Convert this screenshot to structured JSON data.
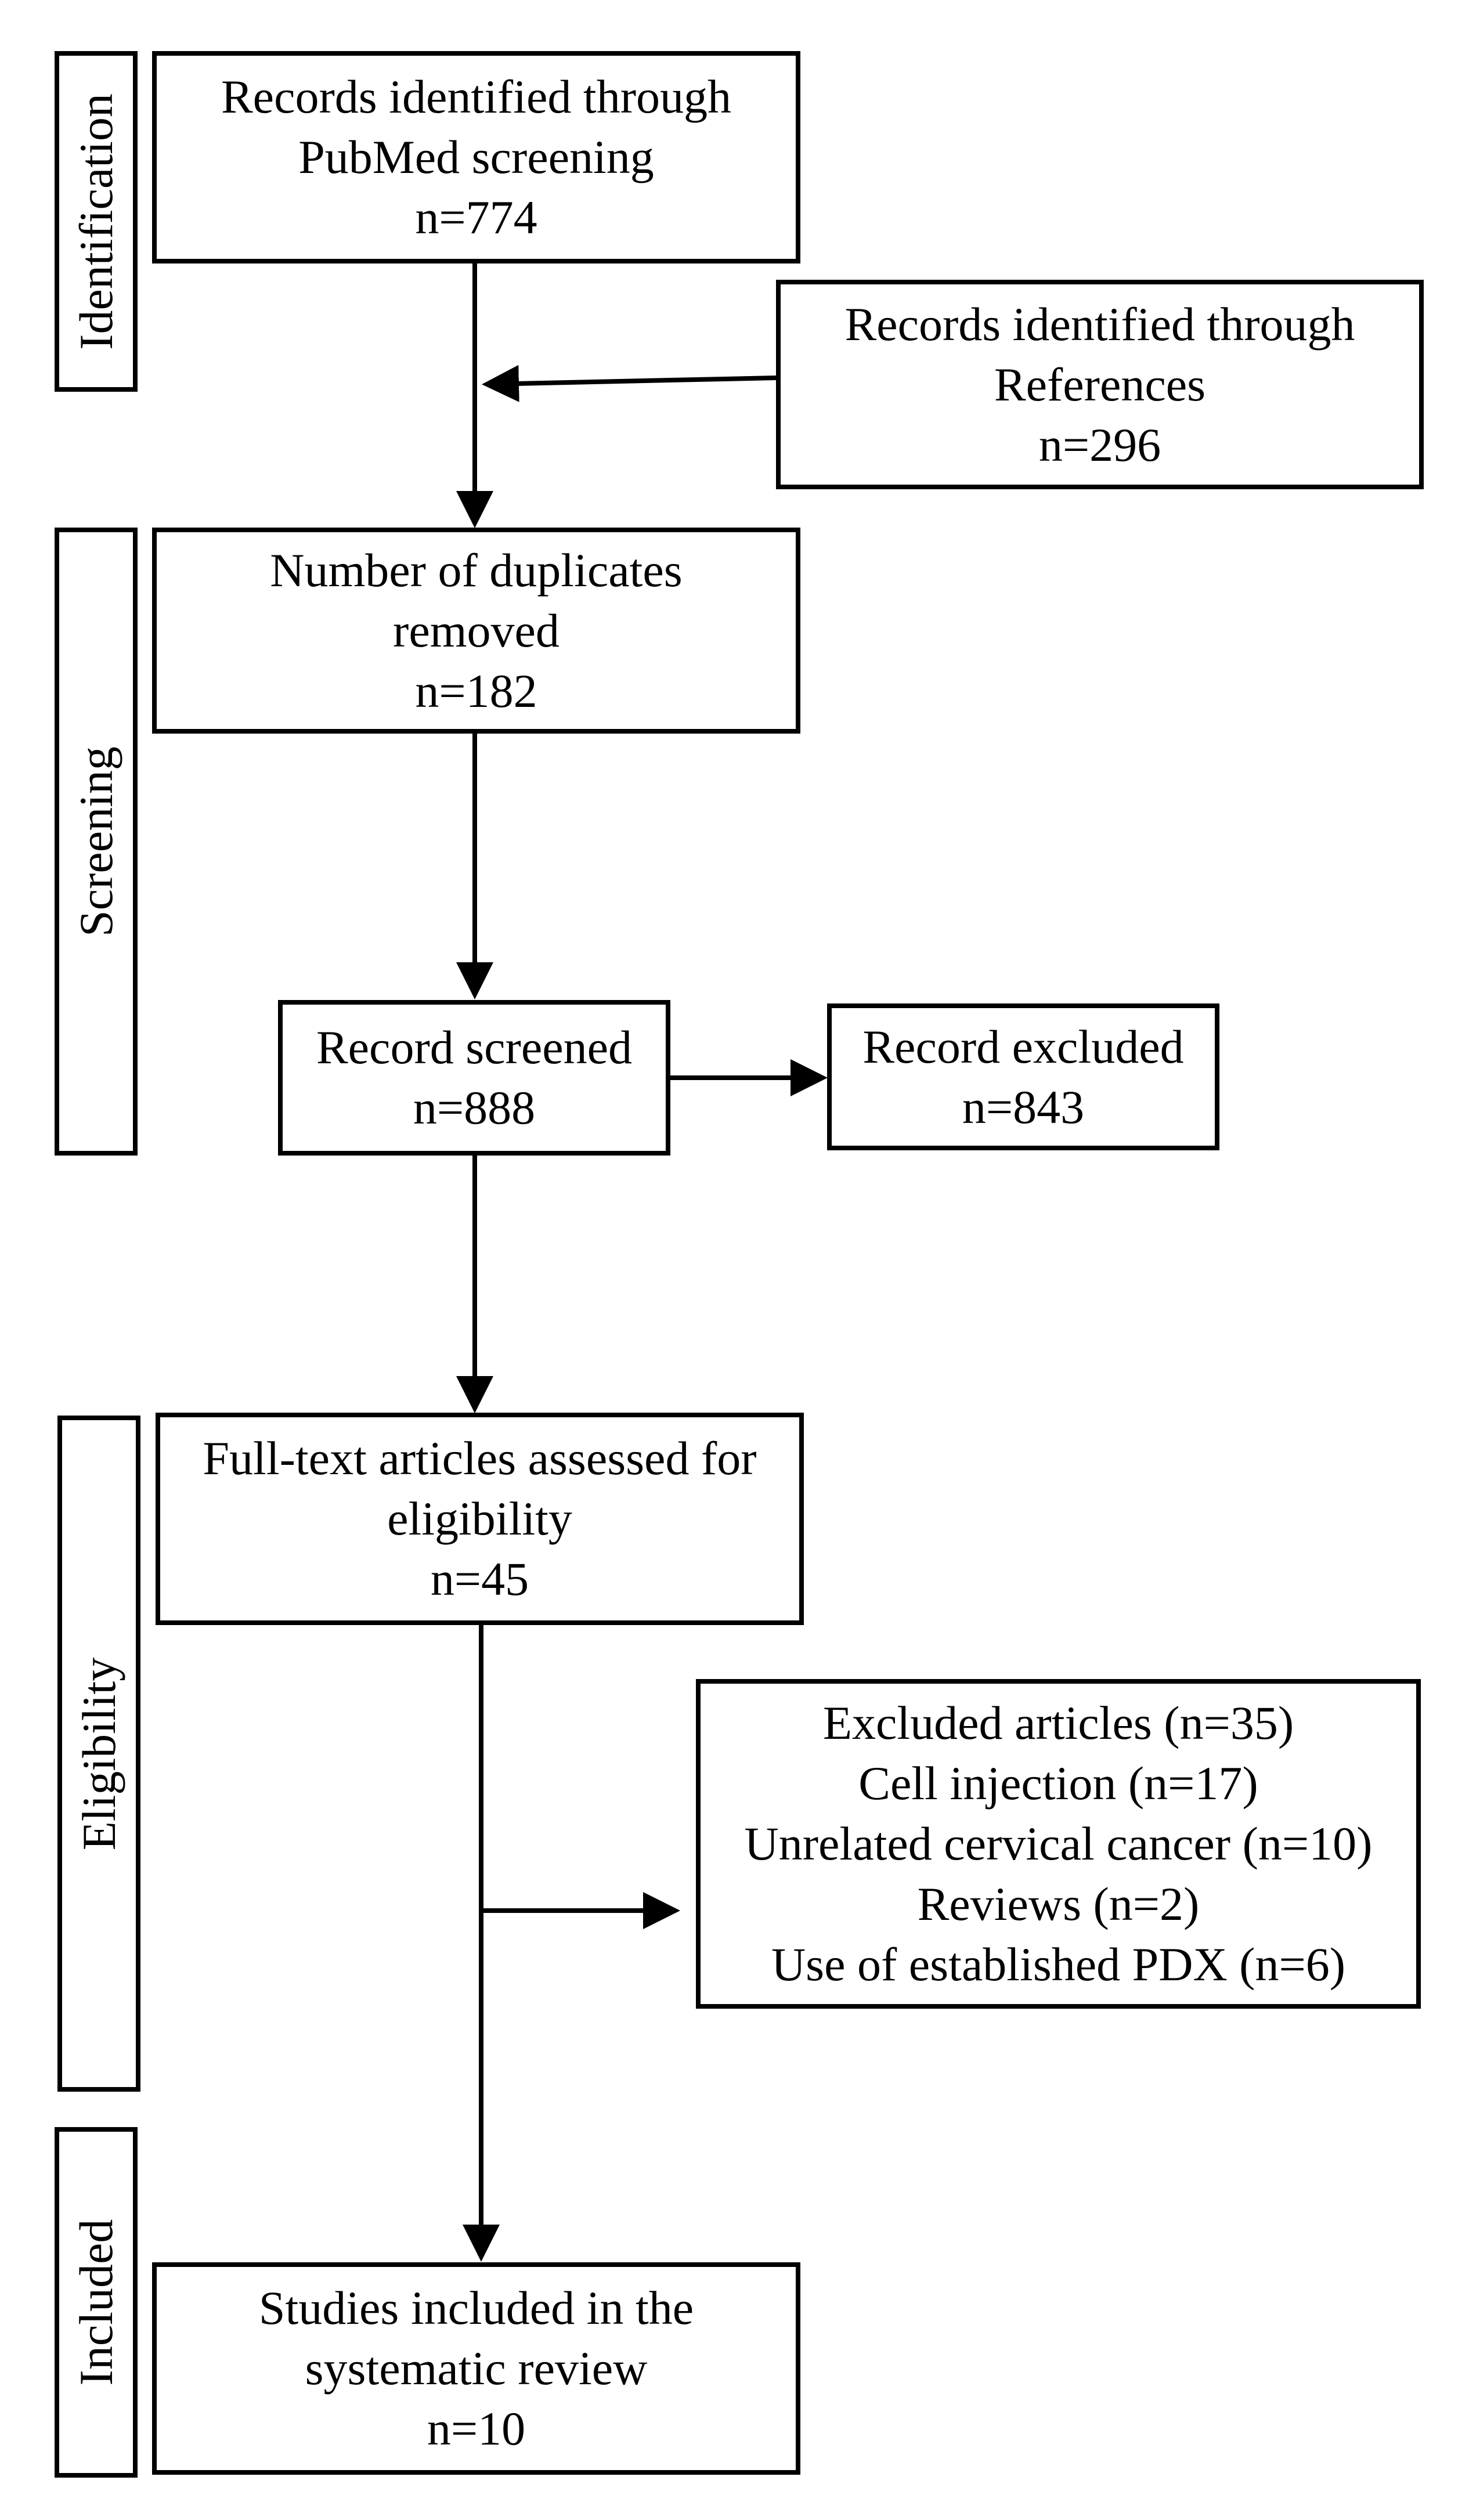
{
  "phases": {
    "identification": "Identification",
    "screening": "Screening",
    "eligibility": "Eligibility",
    "included": "Included"
  },
  "boxes": {
    "pubmed": {
      "lines": [
        "Records identified through",
        "PubMed screening",
        "n=774"
      ]
    },
    "references": {
      "lines": [
        "Records identified through",
        "References",
        "n=296"
      ]
    },
    "duplicates": {
      "lines": [
        "Number of duplicates",
        "removed",
        "n=182"
      ]
    },
    "screened": {
      "lines": [
        "Record screened",
        "n=888"
      ]
    },
    "excluded": {
      "lines": [
        "Record excluded",
        "n=843"
      ]
    },
    "fulltext": {
      "lines": [
        "Full-text articles assessed for",
        "eligibility",
        "n=45"
      ]
    },
    "excluded_articles": {
      "lines": [
        "Excluded articles (n=35)",
        "Cell injection (n=17)",
        "Unrelated cervical cancer (n=10)",
        "Reviews (n=2)",
        "Use of established PDX (n=6)"
      ]
    },
    "included_studies": {
      "lines": [
        "Studies included in the",
        "systematic review",
        "n=10"
      ]
    }
  }
}
